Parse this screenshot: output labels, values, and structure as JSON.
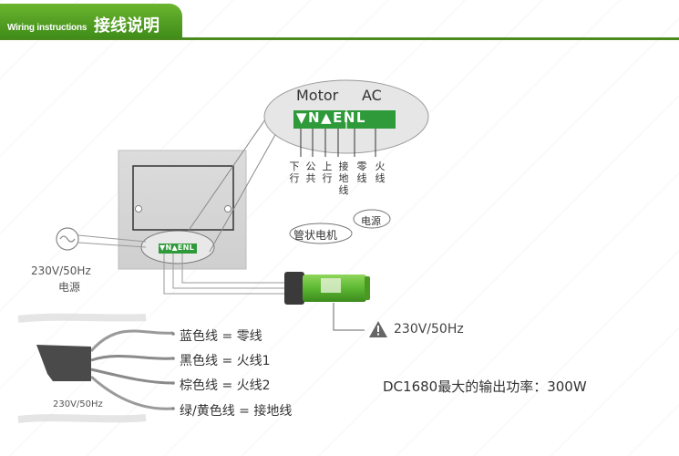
{
  "header": {
    "en_title": "Wiring instructions",
    "cn_title": "接线说明"
  },
  "terminal_block": {
    "motor_label": "Motor",
    "ac_label": "AC",
    "terminals": "▼N▲ENL",
    "small_terminals": "▼N▲ENL"
  },
  "wire_labels": [
    "下行",
    "公共",
    "上行",
    "接地线",
    "零线",
    "火线"
  ],
  "groups": {
    "motor": "管状电机",
    "power": "电源"
  },
  "mains": {
    "voltage": "230V/50Hz",
    "label": "电源"
  },
  "warning": {
    "text": "230V/50Hz"
  },
  "cable": {
    "voltage": "230V/50Hz",
    "wires": [
      "蓝色线 = 零线",
      "黑色线 = 火线1",
      "棕色线 = 火线2",
      "绿/黄色线 = 接地线"
    ]
  },
  "power_note": "DC1680最大的输出功率：300W",
  "colors": {
    "header_green": "#4a8a1e",
    "terminal_green": "#2e9a3a",
    "motor_green": "#5cb832",
    "warning_gray": "#666666"
  }
}
